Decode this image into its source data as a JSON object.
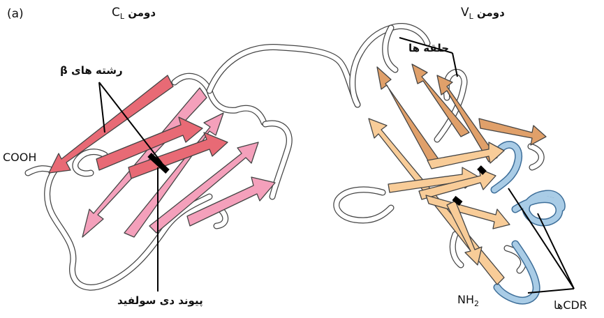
{
  "panel_label": "(a)",
  "cl_domain": {
    "prefix": "دومن",
    "letter": "C",
    "sub": "L"
  },
  "vl_domain": {
    "prefix": "دومن",
    "letter": "V",
    "sub": "L"
  },
  "loops_label": "حلقه ها",
  "beta_strands_label": "رشته های β",
  "cooh_label": "COOH",
  "disulfide_label": "پیوند دی سولفید",
  "nh2_label": {
    "main": "NH",
    "sub": "2"
  },
  "cdr_label": "CDRها",
  "colors": {
    "cl_dark_strand": "#e86a75",
    "cl_light_strand": "#f4a0bb",
    "vl_dark_strand": "#e0a06a",
    "vl_light_strand": "#f8cc98",
    "cdr_blue": "#a9cce6",
    "outline": "#444444",
    "bond": "#000000"
  }
}
